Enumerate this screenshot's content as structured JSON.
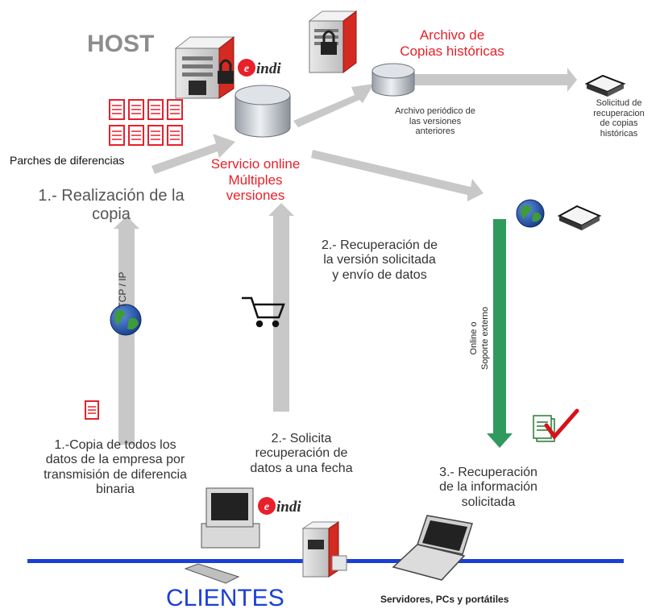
{
  "host": "HOST",
  "brand": "indi",
  "brand_initial": "e",
  "archive_title_1": "Archivo de",
  "archive_title_2": "Copias históricas",
  "archive_periodic_1": "Archivo periódico de",
  "archive_periodic_2": "las versiones",
  "archive_periodic_3": "anteriores",
  "request_hist_1": "Solicitud de",
  "request_hist_2": "recuperacion",
  "request_hist_3": "de copias",
  "request_hist_4": "históricas",
  "patches_label": "Parches de diferencias",
  "service_1": "Servicio online",
  "service_2": "Múltiples",
  "service_3": "versiones",
  "step1_title_1": "1.- Realización de la",
  "step1_title_2": "copia",
  "tcp": "TCP / IP",
  "step2_recovery_1": "2.- Recuperación de",
  "step2_recovery_2": "la versión solicitada",
  "step2_recovery_3": "y envío de datos",
  "online_1": "Online o",
  "online_2": "Soporte externo",
  "step1_desc_1": "1.-Copia de todos los",
  "step1_desc_2": "datos de la empresa por",
  "step1_desc_3": "transmisión de diferencia",
  "step1_desc_4": "binaria",
  "step2_desc_1": "2.- Solicita",
  "step2_desc_2": "recuperación de",
  "step2_desc_3": "datos a una fecha",
  "step3_desc_1": "3.- Recuperación",
  "step3_desc_2": "de la información",
  "step3_desc_3": "solicitada",
  "clients": "CLIENTES",
  "devices": "Servidores, PCs y portátiles",
  "colors": {
    "red": "#e8202a",
    "gray_arrow": "#c8c8c8",
    "green_arrow": "#2e9a5e",
    "network_line": "#1a3fd8",
    "server_red": "#d42a22"
  }
}
